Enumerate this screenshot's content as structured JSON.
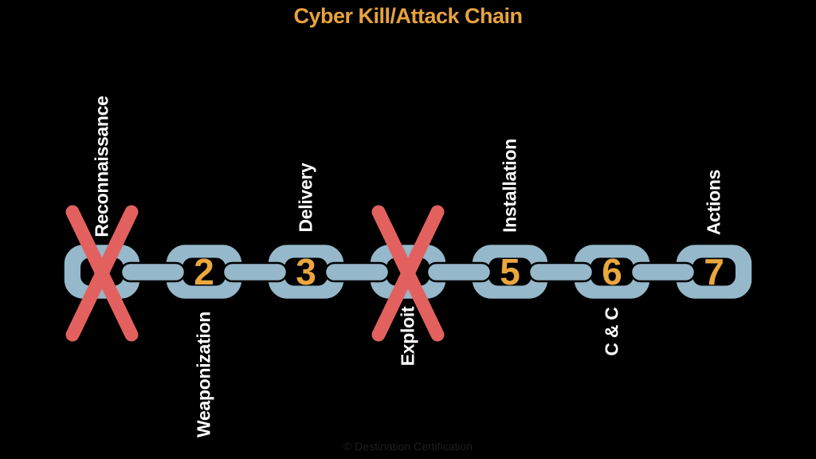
{
  "title": {
    "text": "Cyber Kill/Attack Chain"
  },
  "chain": {
    "links": [
      {
        "number": "",
        "label": "Reconnaissance",
        "label_position": "above",
        "crossed_out": true
      },
      {
        "number": "2",
        "label": "Weaponization",
        "label_position": "below",
        "crossed_out": false
      },
      {
        "number": "3",
        "label": "Delivery",
        "label_position": "above",
        "crossed_out": false
      },
      {
        "number": "",
        "label": "Exploit",
        "label_position": "below",
        "crossed_out": true
      },
      {
        "number": "5",
        "label": "Installation",
        "label_position": "above",
        "crossed_out": false
      },
      {
        "number": "6",
        "label": "C & C",
        "label_position": "below",
        "crossed_out": false
      },
      {
        "number": "7",
        "label": "Actions",
        "label_position": "above",
        "crossed_out": false
      }
    ]
  },
  "footer": {
    "watermark": "© Destination Certification"
  },
  "colors": {
    "background": "#000000",
    "chain": "#95B8CA",
    "number": "#EAA73E",
    "title": "#E8A33D",
    "cross": "#E2615E",
    "label": "#FFFFFF",
    "watermark": "#1E1E1E"
  }
}
